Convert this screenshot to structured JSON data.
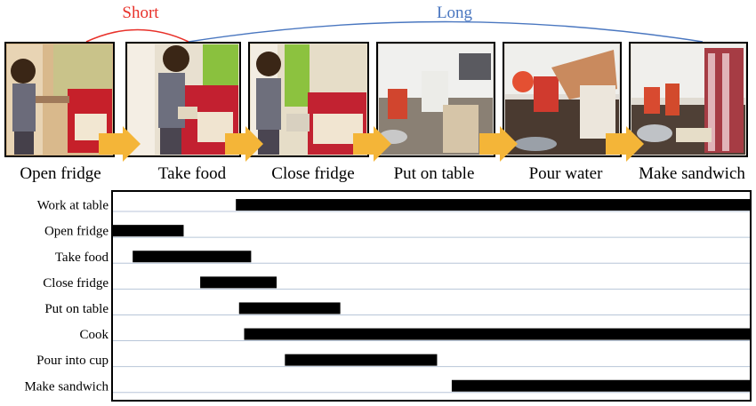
{
  "range_labels": {
    "short": "Short",
    "long": "Long"
  },
  "colors": {
    "short": "#e8312a",
    "long": "#4a77c0",
    "arrow": "#f4b538",
    "bar": "#000000",
    "gridline": "#b8c6d8"
  },
  "frames": [
    {
      "caption": "Open fridge"
    },
    {
      "caption": "Take food"
    },
    {
      "caption": "Close fridge"
    },
    {
      "caption": "Put on table"
    },
    {
      "caption": "Pour water"
    },
    {
      "caption": "Make sandwich"
    }
  ],
  "timeline": {
    "rows": [
      {
        "label": "Work at table",
        "start": 0.193,
        "end": 1.0
      },
      {
        "label": "Open fridge",
        "start": 0.0,
        "end": 0.111
      },
      {
        "label": "Take food",
        "start": 0.031,
        "end": 0.217
      },
      {
        "label": "Close fridge",
        "start": 0.137,
        "end": 0.257
      },
      {
        "label": "Put on table",
        "start": 0.198,
        "end": 0.357
      },
      {
        "label": "Cook",
        "start": 0.206,
        "end": 1.0
      },
      {
        "label": "Pour into cup",
        "start": 0.27,
        "end": 0.509
      },
      {
        "label": "Make sandwich",
        "start": 0.532,
        "end": 1.0
      }
    ]
  }
}
